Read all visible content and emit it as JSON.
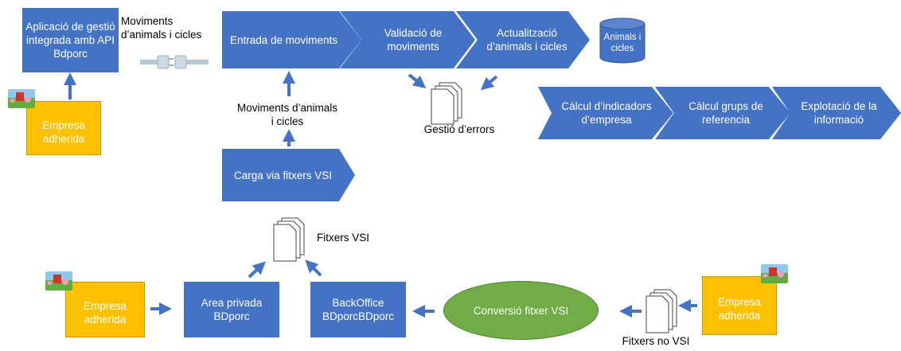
{
  "top_left": {
    "app_box": "Aplicació de gestió integrada amb API Bdporc",
    "moviments_label": "Moviments d’animals i cicles",
    "empresa": "Empresa adherida"
  },
  "pipeline": {
    "entrada": "Entrada de moviments",
    "validacio": "Validació de moviments",
    "actualitzacio": "Actualització d’animals i cicles",
    "db": "Animals i cicles",
    "errors": "Gestió d’errors"
  },
  "indicators": {
    "calcul_indicadors": "Càlcul d’indicadors d’empresa",
    "calcul_grups": "Càlcul grups de referencia",
    "explotacio": "Explotació de la informació"
  },
  "vsi": {
    "moviments_label": "Moviments d’animals i cicles",
    "carga": "Carga via fitxers VSI",
    "fitxers_label": "Fitxers VSI"
  },
  "bottom": {
    "empresa_left": "Empresa adherida",
    "area_privada": "Area privada BDporc",
    "backoffice": "BackOffice BDporcBDporc",
    "conversio": "Conversió fitxer VSI",
    "fitxers_no_vsi": "Fitxers no VSI",
    "empresa_right": "Empresa adherida"
  },
  "colors": {
    "blue": "#4472c4",
    "yellow": "#ffc000",
    "green": "#70ad47"
  }
}
